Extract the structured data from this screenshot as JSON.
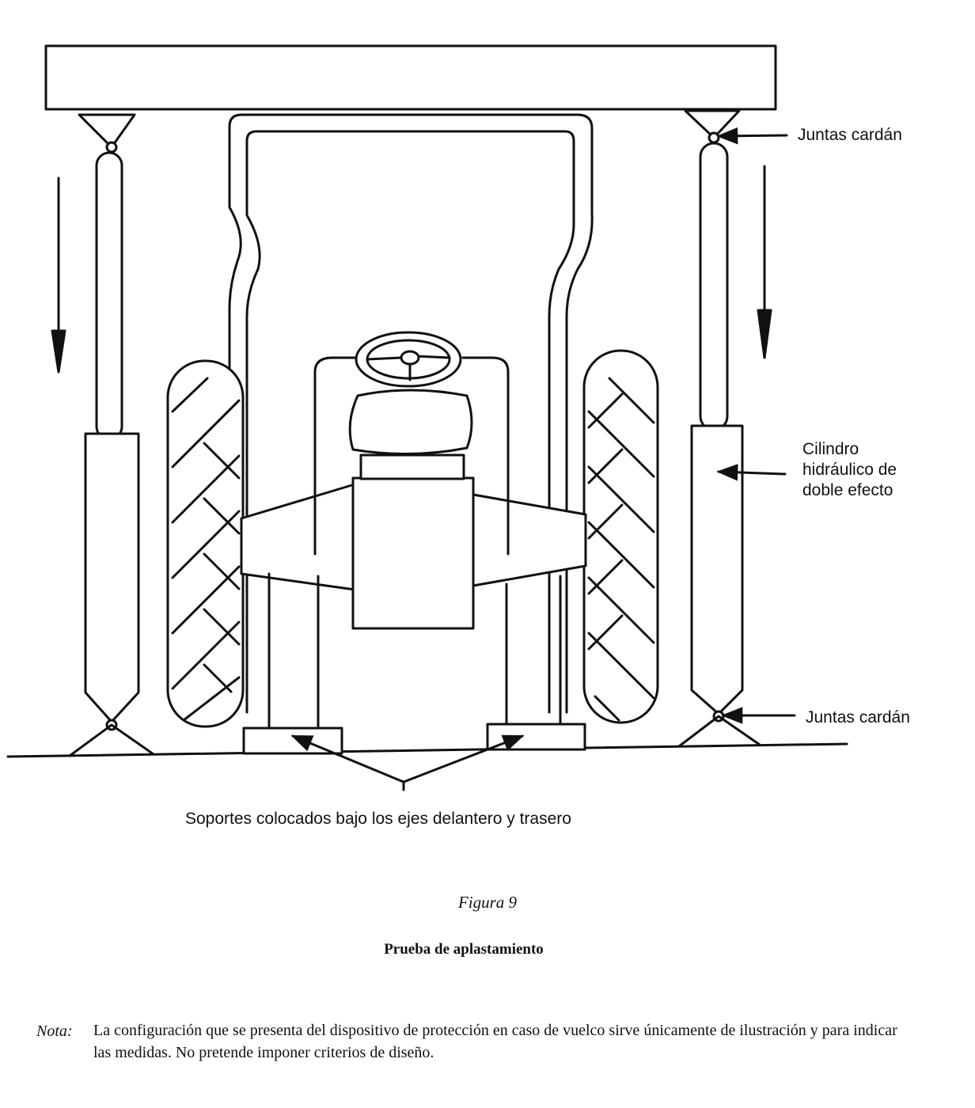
{
  "labels": {
    "cardan_top": "Juntas cardán",
    "cardan_bottom": "Juntas cardán",
    "cylinder": [
      "Cilindro",
      "hidráulico de",
      "doble efecto"
    ],
    "supports": "Soportes colocados bajo los ejes delantero y trasero"
  },
  "caption": {
    "figure": "Figura 9",
    "title": "Prueba de aplastamiento"
  },
  "note": {
    "label": "Nota:",
    "text": "La configuración que se presenta del dispositivo de protección en caso de vuelco sirve únicamente de ilustración y para indicar las medidas. No pretende imponer criterios de diseño."
  },
  "colors": {
    "line": "#111111",
    "background": "#ffffff"
  }
}
